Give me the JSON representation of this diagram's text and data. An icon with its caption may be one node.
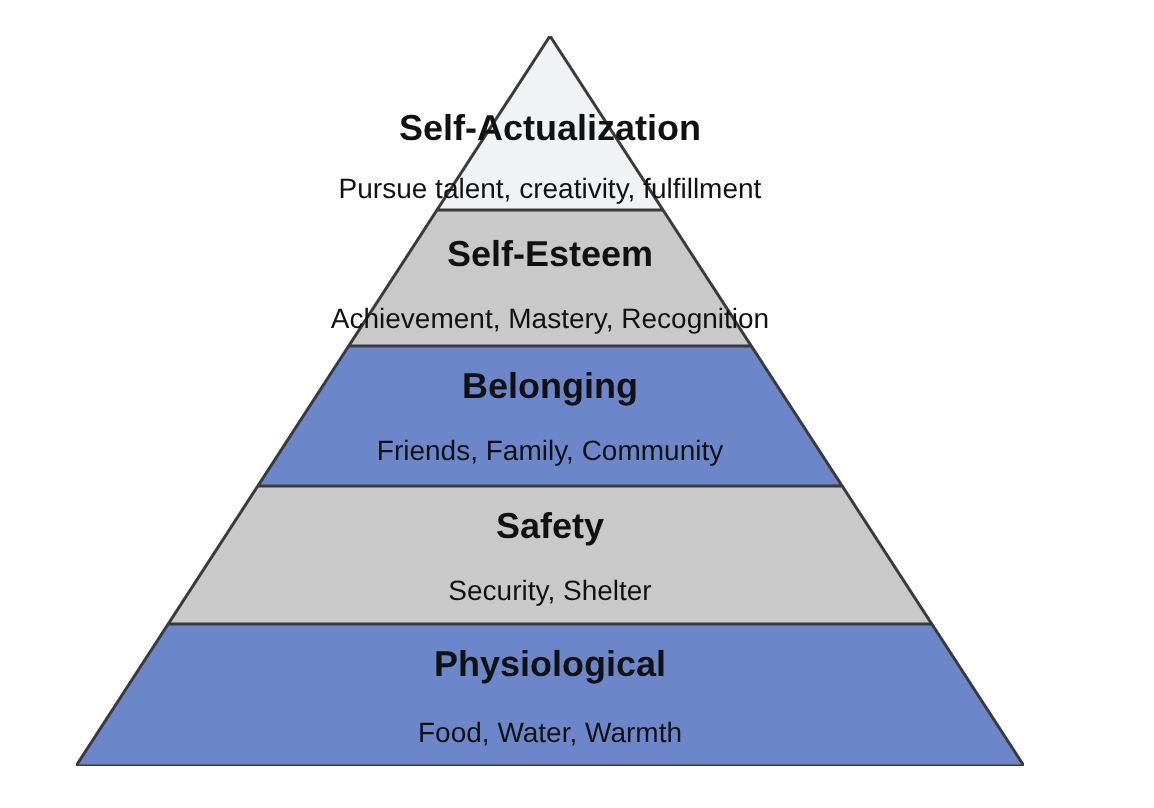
{
  "diagram": {
    "nodes": [
      {
        "text": [
          "Self-Actualization",
          "Pursue talent, creativity, fulfillment"
        ]
      },
      {
        "text": [
          "Self-Esteem",
          "Achievement, Mastery, Recognition"
        ]
      },
      {
        "text": [
          "Belonging",
          "Friends, Family, Community"
        ]
      },
      {
        "text": [
          "Safety",
          "Security, Shelter"
        ]
      },
      {
        "text": [
          "Physiological",
          "Food, Water, Warmth"
        ]
      }
    ]
  }
}
